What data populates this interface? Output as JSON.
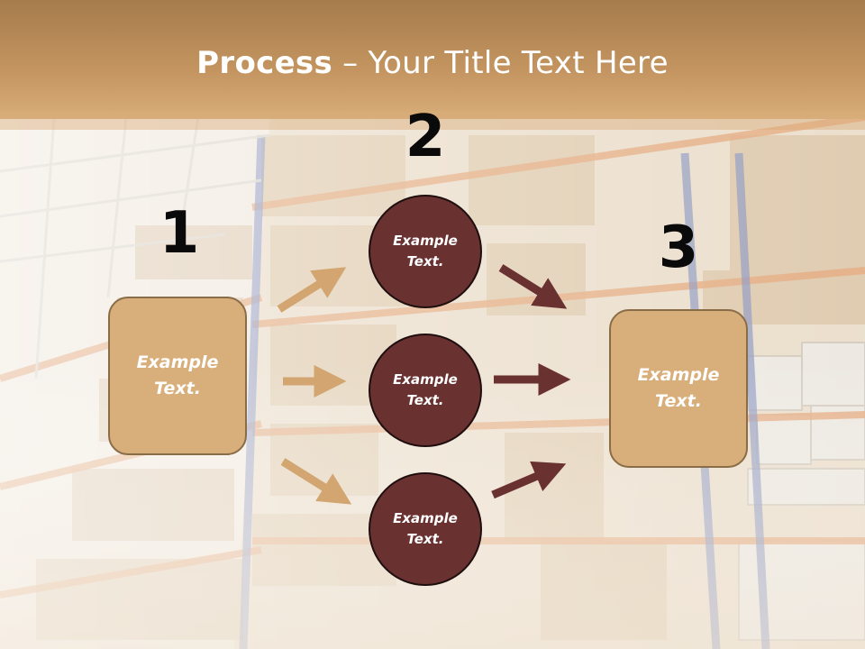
{
  "title": {
    "bold": "Process",
    "rest": " – Your Title Text Here"
  },
  "steps": [
    {
      "number": "1",
      "label": "Example Text."
    },
    {
      "number": "2",
      "label": ""
    },
    {
      "number": "3",
      "label": "Example Text."
    }
  ],
  "circles": [
    {
      "label": "Example Text."
    },
    {
      "label": "Example Text."
    },
    {
      "label": "Example Text."
    }
  ],
  "colors": {
    "header_band": "#c4935a",
    "box_fill": "#d8ae7b",
    "box_border": "#8a6d47",
    "circle_fill": "#6a3131",
    "arrow_light": "#d2a571",
    "arrow_dark": "#6a3131",
    "number": "#0a0a0a"
  }
}
